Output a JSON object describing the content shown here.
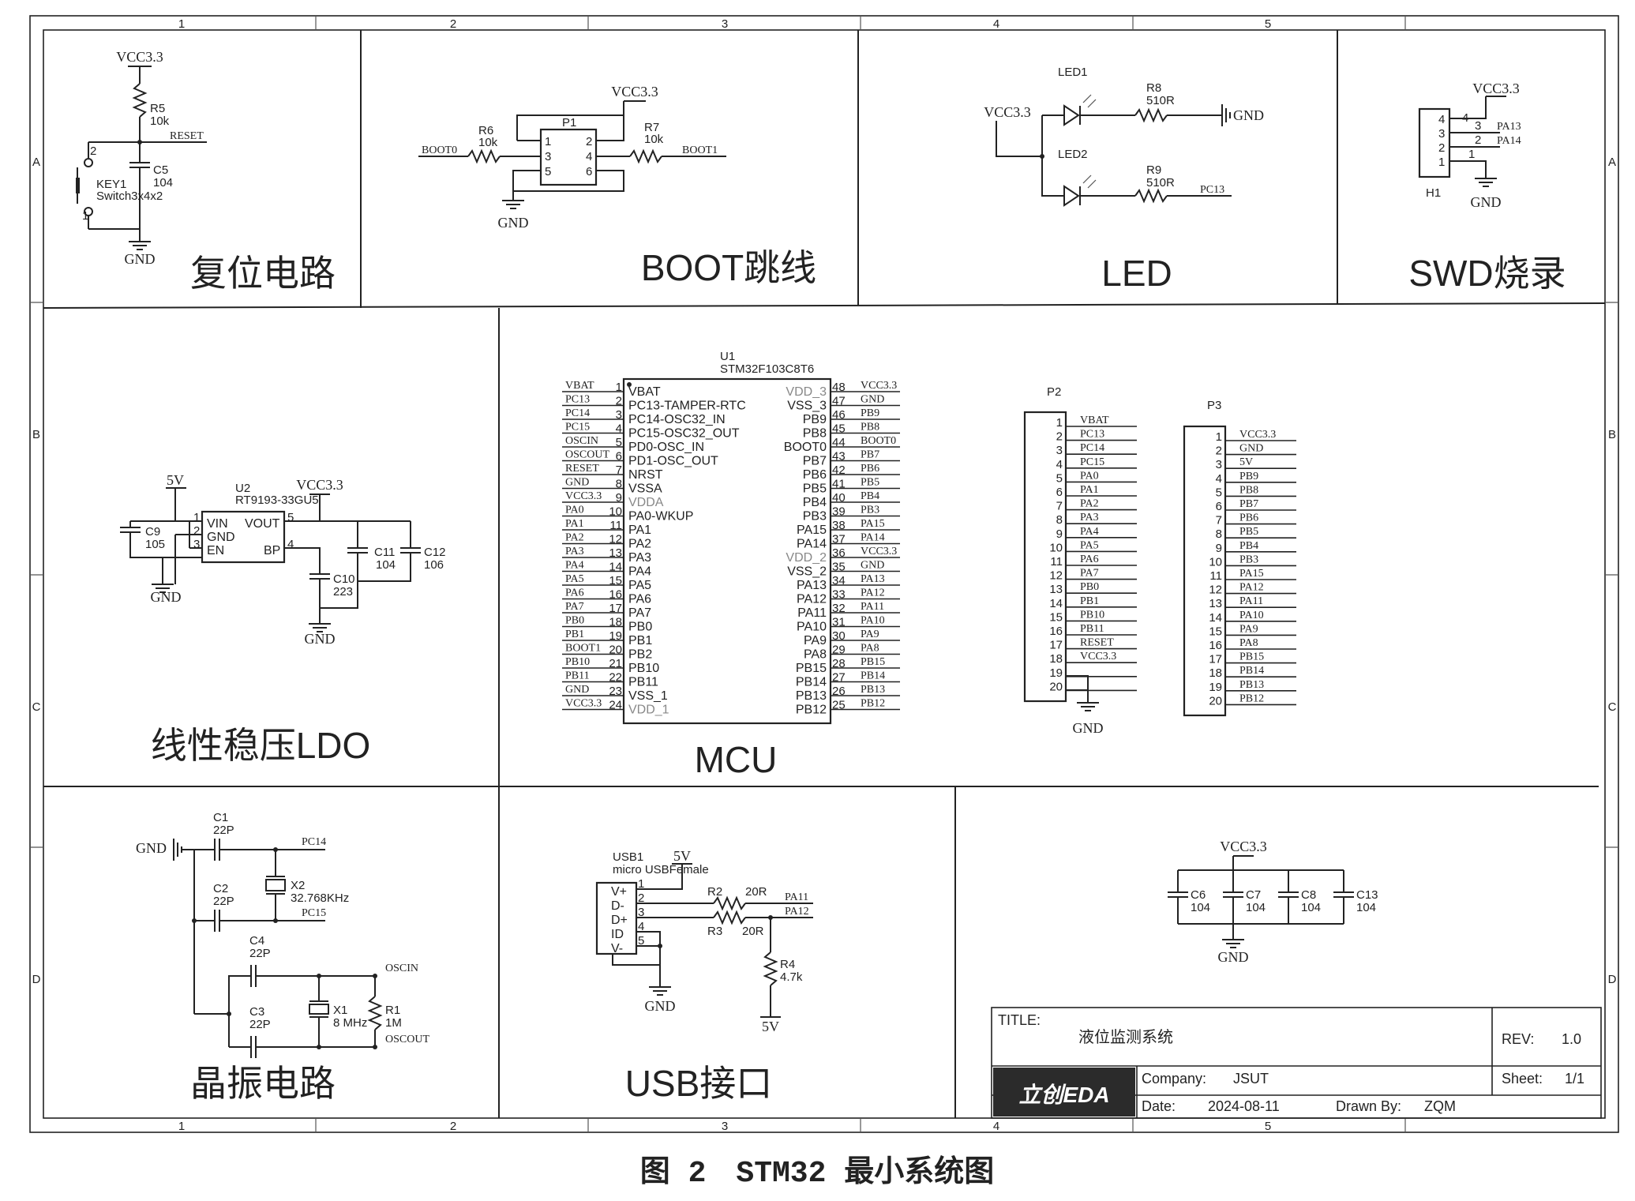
{
  "frame": {
    "columns": [
      "1",
      "2",
      "3",
      "4",
      "5"
    ],
    "rows": [
      "A",
      "B",
      "C",
      "D"
    ]
  },
  "sections": {
    "reset": "复位电路",
    "boot": "BOOT跳线",
    "led": "LED",
    "swd": "SWD烧录",
    "ldo": "线性稳压LDO",
    "mcu": "MCU",
    "crystal": "晶振电路",
    "usb": "USB接口"
  },
  "reset": {
    "vcc": "VCC3.3",
    "r5": "R5",
    "r5_val": "10k",
    "net": "RESET",
    "c5": "C5",
    "c5_val": "104",
    "key": "KEY1",
    "key_type": "Switch3x4x2",
    "pin2": "2",
    "pin1": "1",
    "gnd": "GND"
  },
  "boot": {
    "vcc": "VCC3.3",
    "p1": "P1",
    "r6": "R6",
    "r6_val": "10k",
    "r7": "R7",
    "r7_val": "10k",
    "net0": "BOOT0",
    "net1": "BOOT1",
    "pins": [
      "1",
      "2",
      "3",
      "4",
      "5",
      "6"
    ],
    "gnd": "GND"
  },
  "led": {
    "vcc": "VCC3.3",
    "led1": "LED1",
    "led2": "LED2",
    "r8": "R8",
    "r8_val": "510R",
    "r9": "R9",
    "r9_val": "510R",
    "gnd": "GND",
    "net": "PC13"
  },
  "swd": {
    "vcc": "VCC3.3",
    "h1": "H1",
    "pins": [
      "4",
      "3",
      "2",
      "1"
    ],
    "net_pa13": "PA13",
    "net_pa14": "PA14",
    "gnd": "GND"
  },
  "ldo": {
    "v5": "5V",
    "vcc": "VCC3.3",
    "u2": "U2",
    "part": "RT9193-33GU5",
    "vin": "VIN",
    "gnd_pin": "GND",
    "en": "EN",
    "vout": "VOUT",
    "bp": "BP",
    "pins": [
      "1",
      "2",
      "3",
      "5",
      "4"
    ],
    "c9": "C9",
    "c9_val": "105",
    "c10": "C10",
    "c10_val": "223",
    "c11": "C11",
    "c11_val": "104",
    "c12": "C12",
    "c12_val": "106",
    "gnd": "GND"
  },
  "mcu": {
    "u1": "U1",
    "part": "STM32F103C8T6",
    "left_pins": [
      {
        "net": "VBAT",
        "num": "1",
        "name": "VBAT",
        "dim": false
      },
      {
        "net": "PC13",
        "num": "2",
        "name": "PC13-TAMPER-RTC",
        "dim": false
      },
      {
        "net": "PC14",
        "num": "3",
        "name": "PC14-OSC32_IN",
        "dim": false
      },
      {
        "net": "PC15",
        "num": "4",
        "name": "PC15-OSC32_OUT",
        "dim": false
      },
      {
        "net": "OSCIN",
        "num": "5",
        "name": "PD0-OSC_IN",
        "dim": false
      },
      {
        "net": "OSCOUT",
        "num": "6",
        "name": "PD1-OSC_OUT",
        "dim": false
      },
      {
        "net": "RESET",
        "num": "7",
        "name": "NRST",
        "dim": false
      },
      {
        "net": "GND",
        "num": "8",
        "name": "VSSA",
        "dim": false
      },
      {
        "net": "VCC3.3",
        "num": "9",
        "name": "VDDA",
        "dim": true
      },
      {
        "net": "PA0",
        "num": "10",
        "name": "PA0-WKUP",
        "dim": false
      },
      {
        "net": "PA1",
        "num": "11",
        "name": "PA1",
        "dim": false
      },
      {
        "net": "PA2",
        "num": "12",
        "name": "PA2",
        "dim": false
      },
      {
        "net": "PA3",
        "num": "13",
        "name": "PA3",
        "dim": false
      },
      {
        "net": "PA4",
        "num": "14",
        "name": "PA4",
        "dim": false
      },
      {
        "net": "PA5",
        "num": "15",
        "name": "PA5",
        "dim": false
      },
      {
        "net": "PA6",
        "num": "16",
        "name": "PA6",
        "dim": false
      },
      {
        "net": "PA7",
        "num": "17",
        "name": "PA7",
        "dim": false
      },
      {
        "net": "PB0",
        "num": "18",
        "name": "PB0",
        "dim": false
      },
      {
        "net": "PB1",
        "num": "19",
        "name": "PB1",
        "dim": false
      },
      {
        "net": "BOOT1",
        "num": "20",
        "name": "PB2",
        "dim": false
      },
      {
        "net": "PB10",
        "num": "21",
        "name": "PB10",
        "dim": false
      },
      {
        "net": "PB11",
        "num": "22",
        "name": "PB11",
        "dim": false
      },
      {
        "net": "GND",
        "num": "23",
        "name": "VSS_1",
        "dim": false
      },
      {
        "net": "VCC3.3",
        "num": "24",
        "name": "VDD_1",
        "dim": true
      }
    ],
    "right_pins": [
      {
        "net": "VCC3.3",
        "num": "48",
        "name": "VDD_3",
        "dim": true
      },
      {
        "net": "GND",
        "num": "47",
        "name": "VSS_3",
        "dim": false
      },
      {
        "net": "PB9",
        "num": "46",
        "name": "PB9",
        "dim": false
      },
      {
        "net": "PB8",
        "num": "45",
        "name": "PB8",
        "dim": false
      },
      {
        "net": "BOOT0",
        "num": "44",
        "name": "BOOT0",
        "dim": false
      },
      {
        "net": "PB7",
        "num": "43",
        "name": "PB7",
        "dim": false
      },
      {
        "net": "PB6",
        "num": "42",
        "name": "PB6",
        "dim": false
      },
      {
        "net": "PB5",
        "num": "41",
        "name": "PB5",
        "dim": false
      },
      {
        "net": "PB4",
        "num": "40",
        "name": "PB4",
        "dim": false
      },
      {
        "net": "PB3",
        "num": "39",
        "name": "PB3",
        "dim": false
      },
      {
        "net": "PA15",
        "num": "38",
        "name": "PA15",
        "dim": false
      },
      {
        "net": "PA14",
        "num": "37",
        "name": "PA14",
        "dim": false
      },
      {
        "net": "VCC3.3",
        "num": "36",
        "name": "VDD_2",
        "dim": true
      },
      {
        "net": "GND",
        "num": "35",
        "name": "VSS_2",
        "dim": false
      },
      {
        "net": "PA13",
        "num": "34",
        "name": "PA13",
        "dim": false
      },
      {
        "net": "PA12",
        "num": "33",
        "name": "PA12",
        "dim": false
      },
      {
        "net": "PA11",
        "num": "32",
        "name": "PA11",
        "dim": false
      },
      {
        "net": "PA10",
        "num": "31",
        "name": "PA10",
        "dim": false
      },
      {
        "net": "PA9",
        "num": "30",
        "name": "PA9",
        "dim": false
      },
      {
        "net": "PA8",
        "num": "29",
        "name": "PA8",
        "dim": false
      },
      {
        "net": "PB15",
        "num": "28",
        "name": "PB15",
        "dim": false
      },
      {
        "net": "PB14",
        "num": "27",
        "name": "PB14",
        "dim": false
      },
      {
        "net": "PB13",
        "num": "26",
        "name": "PB13",
        "dim": false
      },
      {
        "net": "PB12",
        "num": "25",
        "name": "PB12",
        "dim": false
      }
    ]
  },
  "headers": {
    "p2": "P2",
    "p3": "P3",
    "gnd": "GND",
    "p2_nets": [
      "VBAT",
      "PC13",
      "PC14",
      "PC15",
      "PA0",
      "PA1",
      "PA2",
      "PA3",
      "PA4",
      "PA5",
      "PA6",
      "PA7",
      "PB0",
      "PB1",
      "PB10",
      "PB11",
      "RESET",
      "VCC3.3",
      "",
      ""
    ],
    "p3_nets": [
      "VCC3.3",
      "GND",
      "5V",
      "PB9",
      "PB8",
      "PB7",
      "PB6",
      "PB5",
      "PB4",
      "PB3",
      "PA15",
      "PA12",
      "PA11",
      "PA10",
      "PA9",
      "PA8",
      "PB15",
      "PB14",
      "PB13",
      "PB12"
    ]
  },
  "crystal": {
    "gnd": "GND",
    "c1": "C1",
    "c1_val": "22P",
    "c2": "C2",
    "c2_val": "22P",
    "x2": "X2",
    "x2_val": "32.768KHz",
    "net_pc14": "PC14",
    "net_pc15": "PC15",
    "c4": "C4",
    "c4_val": "22P",
    "c3": "C3",
    "c3_val": "22P",
    "x1": "X1",
    "x1_val": "8 MHz",
    "r1": "R1",
    "r1_val": "1M",
    "net_oscin": "OSCIN",
    "net_oscout": "OSCOUT"
  },
  "usb": {
    "usb1": "USB1",
    "type": "micro USBFemale",
    "v5": "5V",
    "pins": [
      "V+",
      "D-",
      "D+",
      "ID",
      "V-"
    ],
    "nums": [
      "1",
      "2",
      "3",
      "4",
      "5"
    ],
    "r2": "R2",
    "r2_val": "20R",
    "r3": "R3",
    "r3_val": "20R",
    "net_pa11": "PA11",
    "net_pa12": "PA12",
    "r4": "R4",
    "r4_val": "4.7k",
    "v5_bottom": "5V",
    "gnd": "GND"
  },
  "decoupling": {
    "vcc": "VCC3.3",
    "gnd": "GND",
    "caps": [
      {
        "ref": "C6",
        "val": "104"
      },
      {
        "ref": "C7",
        "val": "104"
      },
      {
        "ref": "C8",
        "val": "104"
      },
      {
        "ref": "C13",
        "val": "104"
      }
    ]
  },
  "titleblock": {
    "title_label": "TITLE:",
    "title": "液位监测系统",
    "rev_label": "REV:",
    "rev": "1.0",
    "company_label": "Company:",
    "company": "JSUT",
    "sheet_label": "Sheet:",
    "sheet": "1/1",
    "date_label": "Date:",
    "date": "2024-08-11",
    "drawn_label": "Drawn By:",
    "drawn": "ZQM",
    "logo": "立创EDA"
  },
  "caption": "图 2　STM32 最小系统图"
}
